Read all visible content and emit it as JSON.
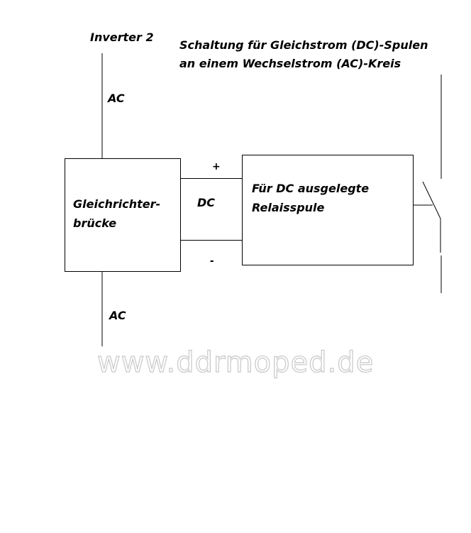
{
  "diagram": {
    "title_line1": "Schaltung für Gleichstrom (DC)-Spulen",
    "title_line2": "an einem Wechselstrom (AC)-Kreis",
    "source_label": "Inverter 2",
    "ac_top": "AC",
    "ac_bottom": "AC",
    "rectifier_line1": "Gleichrichter-",
    "rectifier_line2": "brücke",
    "dc_label": "DC",
    "plus": "+",
    "minus": "-",
    "relay_line1": "Für DC ausgelegte",
    "relay_line2": "Relaisspule",
    "watermark": "www.ddrmoped.de"
  }
}
